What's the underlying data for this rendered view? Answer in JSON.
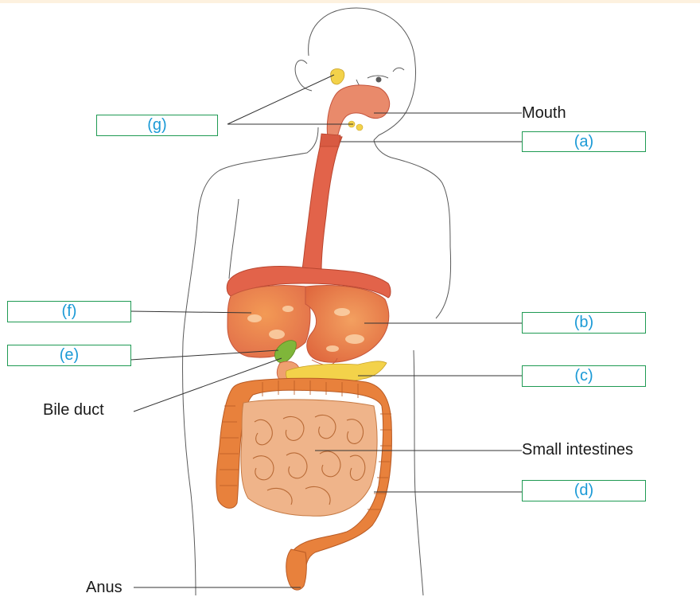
{
  "diagram": {
    "boxes": {
      "g": "(g)",
      "a": "(a)",
      "f": "(f)",
      "b": "(b)",
      "e": "(e)",
      "c": "(c)",
      "d": "(d)"
    },
    "labels": {
      "mouth": "Mouth",
      "bile_duct": "Bile duct",
      "small_intestines": "Small intestines",
      "anus": "Anus"
    }
  },
  "colors": {
    "box_border": "#1f9a53",
    "box_text": "#1b9ad6",
    "organ_red": "#e2634a",
    "organ_orange": "#e8813c",
    "pancreas_yellow": "#f3d24a",
    "gall_green": "#7fb63a",
    "intestine_tan": "#efb48a"
  },
  "icons": [
    "human-torso-outline",
    "digestive-system-illustration"
  ]
}
